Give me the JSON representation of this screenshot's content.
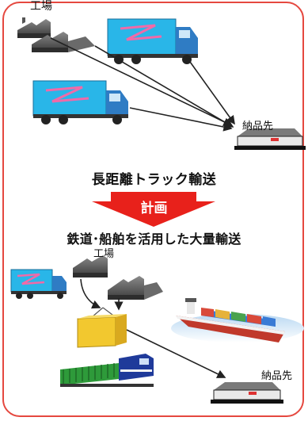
{
  "factory_top_label": "工場",
  "destination_top_label": "納品先",
  "heading_before": "長距離トラック輸送",
  "plan_label": "計画",
  "heading_after": "鉄道･船舶を活用した大量輸送",
  "factory_bottom_label": "工場",
  "destination_bottom_label": "納品先",
  "colors": {
    "frame": "#e5483f",
    "arrow": "#e8211b",
    "truck_cargo": "#29b6e8",
    "truck_cab": "#2f7cc4",
    "train": "#1f3a9a",
    "freight_car": "#2e9a3a",
    "container": "#f2c82f",
    "ship_hull": "#c0392b"
  }
}
